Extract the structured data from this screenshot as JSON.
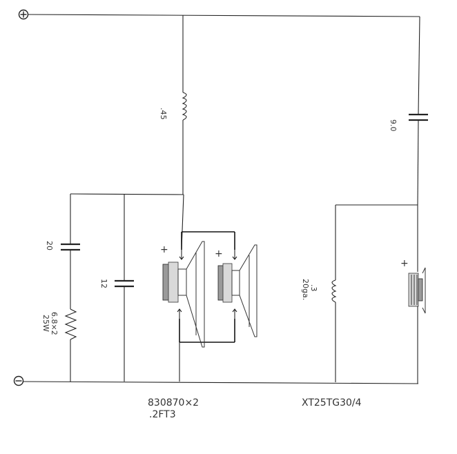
{
  "terminals": {
    "positive": "+",
    "negative": "−"
  },
  "components": {
    "woofer_inductor": {
      "value": ".45"
    },
    "tweeter_capacitor": {
      "value": "9.0"
    },
    "zobel_capacitor": {
      "value": "20"
    },
    "shunt_capacitor": {
      "value": "12"
    },
    "zobel_resistor": {
      "value_line1": "6.8×2",
      "value_line2": "25W"
    },
    "tweeter_inductor": {
      "value_line1": ".3",
      "value_line2": "20ga."
    }
  },
  "polarity_marks": {
    "woofer_1": "+",
    "woofer_2": "+",
    "tweeter": "+"
  },
  "driver_labels": {
    "woofer_model": "830870×2",
    "woofer_volume": ".2FT3",
    "tweeter_model": "XT25TG30/4"
  }
}
